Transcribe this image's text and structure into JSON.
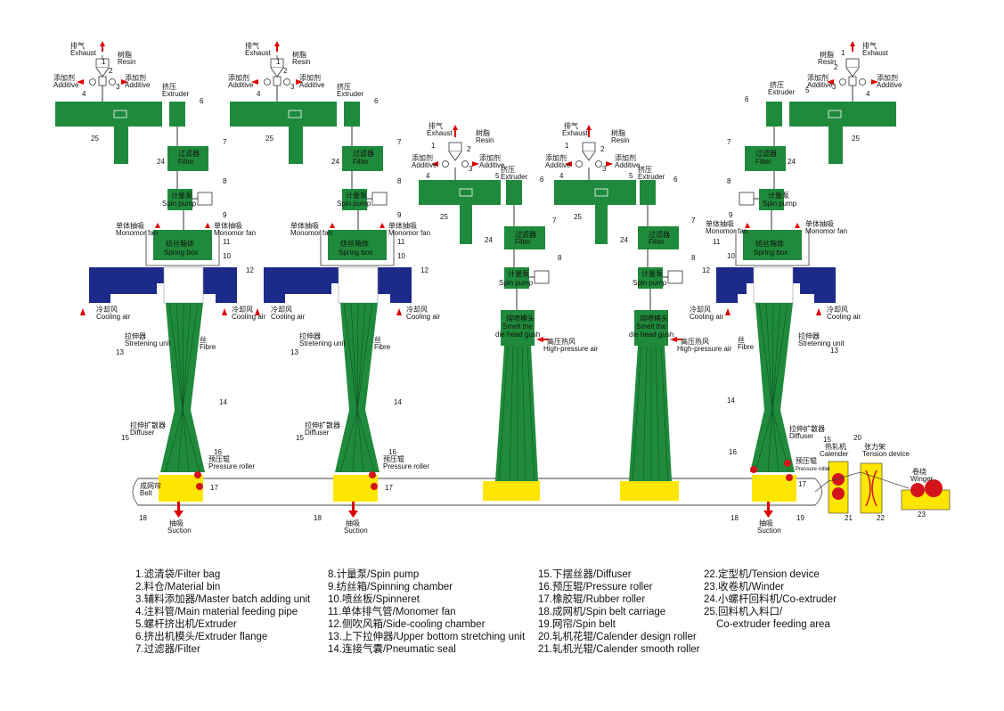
{
  "labels": {
    "exhaust_cn": "排气",
    "exhaust_en": "Exhaust",
    "resin_cn": "树脂",
    "resin_en": "Resin",
    "additive_cn": "添加剂",
    "additive_en": "Additive",
    "extruder_cn": "挤压",
    "extruder_en": "Extruder",
    "filter_cn": "过滤器",
    "filter_en": "Filter",
    "spinpump_cn": "计量泵",
    "spinpump_en": "Spin pump",
    "monomer_cn": "单体抽吸",
    "monomer_en": "Monomor fan",
    "spinbox_cn": "纺丝箱体",
    "spinbox_en": "Spring box",
    "cooling_cn": "冷却风",
    "cooling_en": "Cooling air",
    "stretch_cn": "拉伸器",
    "stretch_en": "Stretening unit",
    "fibre_cn": "丝",
    "fibre_en": "Fibre",
    "diffuser_cn": "拉伸扩散器",
    "diffuser_en": "Diffuser",
    "pressroll_cn": "预压辊",
    "pressroll_en": "Pressure roller",
    "belt_cn": "成网帘",
    "belt_en": "Belt",
    "suction_cn": "抽吸",
    "suction_en": "Suction",
    "melthead_cn": "熔喷模头",
    "melthead_en1": "Smelt the",
    "melthead_en2": "die head gush",
    "hpair_cn": "高压热风",
    "hpair_en": "High-pressure air",
    "calender_cn": "热轧机",
    "calender_en": "Calender",
    "tension_cn": "张力架",
    "tension_en": "Tension device",
    "winder_cn": "卷绕",
    "winder_en": "Winger"
  },
  "legend": [
    [
      "1.滤清袋/Filter bag",
      "2.料仓/Material bin",
      "3.辅料添加器/Master batch adding unit",
      "4.注料管/Main material feeding pipe",
      "5.螺杆挤出机/Extruder",
      "6.挤出机模头/Extruder flange",
      "7.过滤器/Filter"
    ],
    [
      "8.计量泵/Spin pump",
      "9.纺丝箱/Spinning chamber",
      "10.喷丝板/Spinneret",
      "11.单体排气管/Monomer fan",
      "12.侧吹风箱/Side-cooling chamber",
      "13.上下拉伸器/Upper bottom stretching unit",
      "14.连接气囊/Pneumatic seal"
    ],
    [
      "15.下摆丝器/Diffuser",
      "16.预压辊/Pressure roller",
      "17.橡胶辊/Rubber roller",
      "18.成网机/Spin belt carriage",
      "19.网帘/Spin belt",
      "20.轧机花辊/Calender design roller",
      "21.轧机光辊/Calender smooth roller"
    ],
    [
      "22.定型机/Tension device",
      "23.收卷机/Winder",
      "24.小螺杆回料机/Co-extruder",
      "25.回料机入料口/",
      "Co-extruder feeding area"
    ]
  ],
  "colors": {
    "green": "#1f8a3b",
    "blue": "#1c2a8a",
    "yellow": "#ffe600",
    "red": "#d4141b"
  }
}
